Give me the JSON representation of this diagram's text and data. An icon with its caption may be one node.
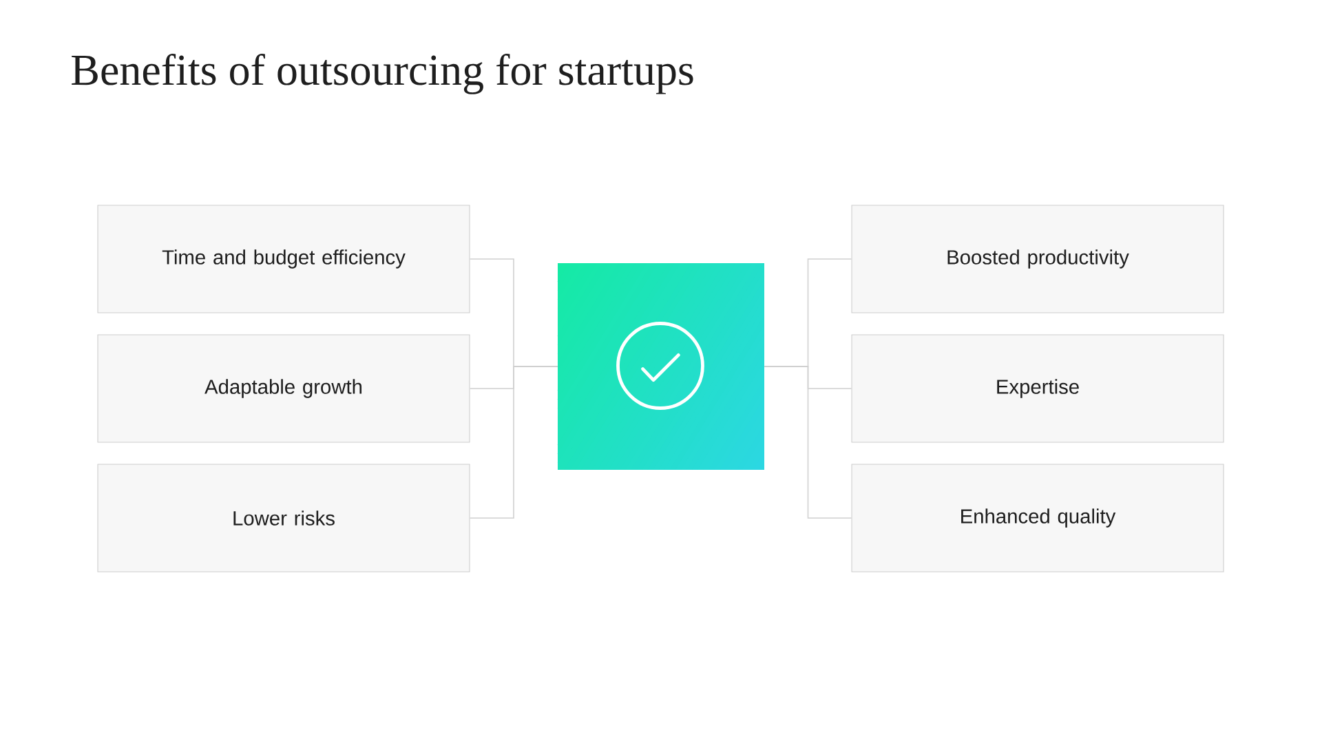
{
  "diagram": {
    "title": "Benefits of outsourcing for startups",
    "nodes": [
      {
        "text": [
          "Time and budget efficiency"
        ]
      },
      {
        "text": [
          "Adaptable growth"
        ]
      },
      {
        "text": [
          "Lower risks"
        ]
      },
      {
        "text": [],
        "shape": "box"
      },
      {
        "text": [
          "Boosted productivity"
        ]
      },
      {
        "text": [
          "Expertise"
        ]
      },
      {
        "text": [
          "Enhanced quality"
        ]
      }
    ],
    "edges": [
      {
        "from": 0,
        "to": 3,
        "arrow": "none"
      },
      {
        "from": 1,
        "to": 3,
        "arrow": "none"
      },
      {
        "from": 2,
        "to": 3,
        "arrow": "none"
      },
      {
        "from": 3,
        "to": 4,
        "arrow": "none"
      },
      {
        "from": 3,
        "to": 5,
        "arrow": "none"
      },
      {
        "from": 3,
        "to": 6,
        "arrow": "none"
      }
    ]
  }
}
